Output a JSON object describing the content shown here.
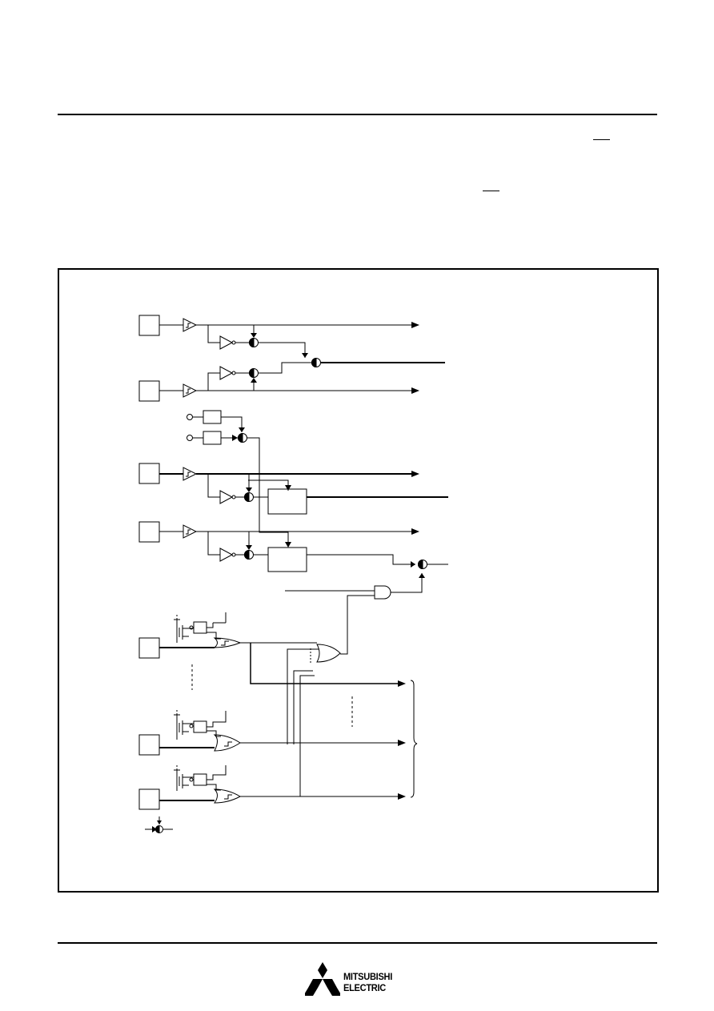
{
  "brand": {
    "logo_line1": "MITSUBISHI",
    "logo_line2": "ELECTRIC"
  },
  "figure": {
    "page_rules": [
      "top",
      "bottom"
    ]
  }
}
